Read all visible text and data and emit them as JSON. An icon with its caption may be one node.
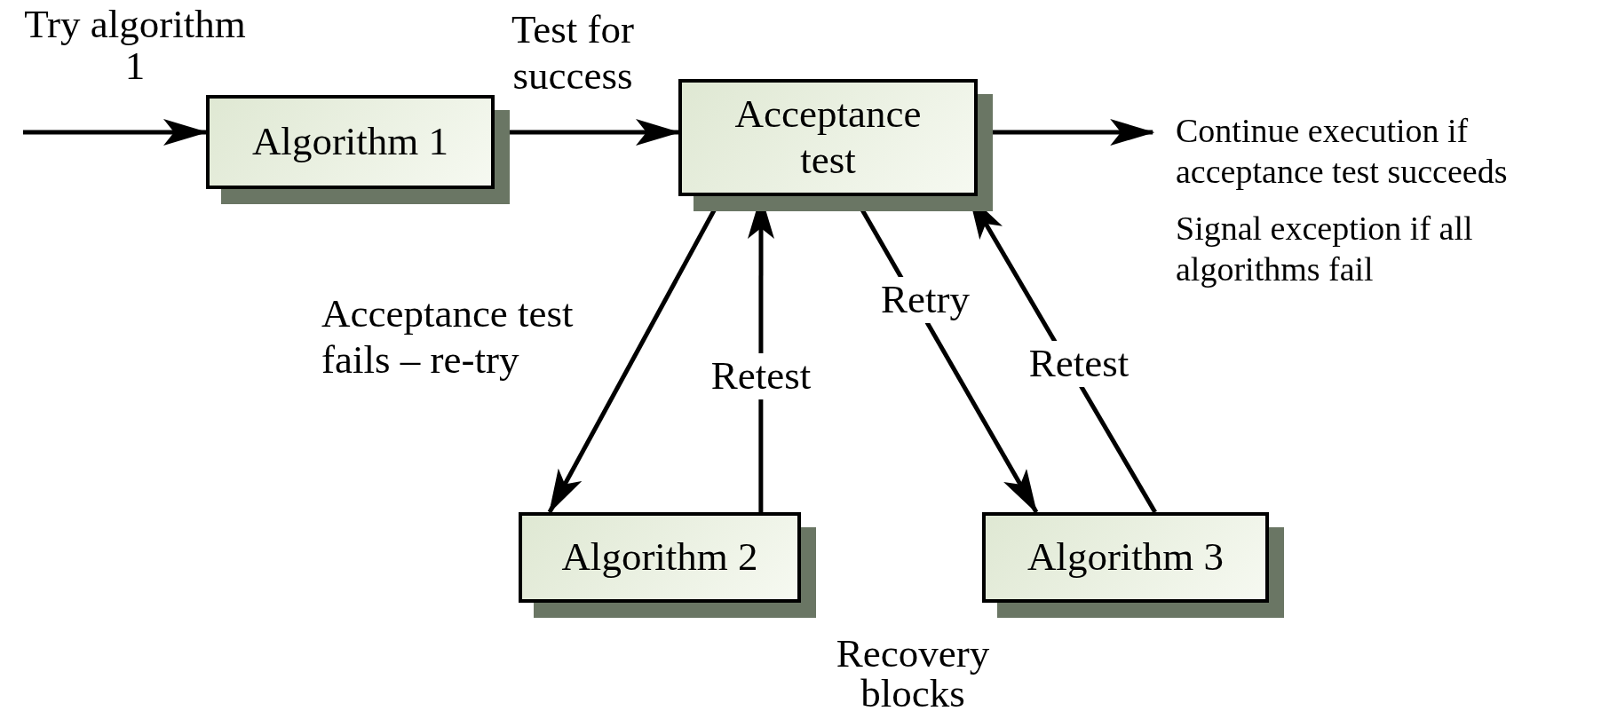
{
  "diagram": {
    "nodes": [
      {
        "text": [
          "Algorithm 1"
        ]
      },
      {
        "text": [
          "Acceptance test"
        ]
      },
      {
        "text": [
          "Algorithm 2"
        ]
      },
      {
        "text": [
          "Algorithm 3"
        ]
      },
      {
        "text": [
          "Continue execution if acceptance test succeeds",
          "Signal exception if all algorithms fail"
        ]
      }
    ],
    "edges": [
      {
        "from": null,
        "to": 0,
        "arrow": "to",
        "label": "Try algorithm 1"
      },
      {
        "from": 0,
        "to": 1,
        "arrow": "to",
        "label": "Test for success"
      },
      {
        "from": 1,
        "to": 4,
        "arrow": "to"
      },
      {
        "from": 1,
        "to": 2,
        "arrow": "to",
        "label": "Acceptance test fails – re-try"
      },
      {
        "from": 2,
        "to": 1,
        "arrow": "to",
        "label": "Retest"
      },
      {
        "from": 1,
        "to": 3,
        "arrow": "to",
        "label": "Retry"
      },
      {
        "from": 3,
        "to": 1,
        "arrow": "to",
        "label": "Retest"
      }
    ],
    "labels": [
      "Recovery blocks"
    ]
  }
}
